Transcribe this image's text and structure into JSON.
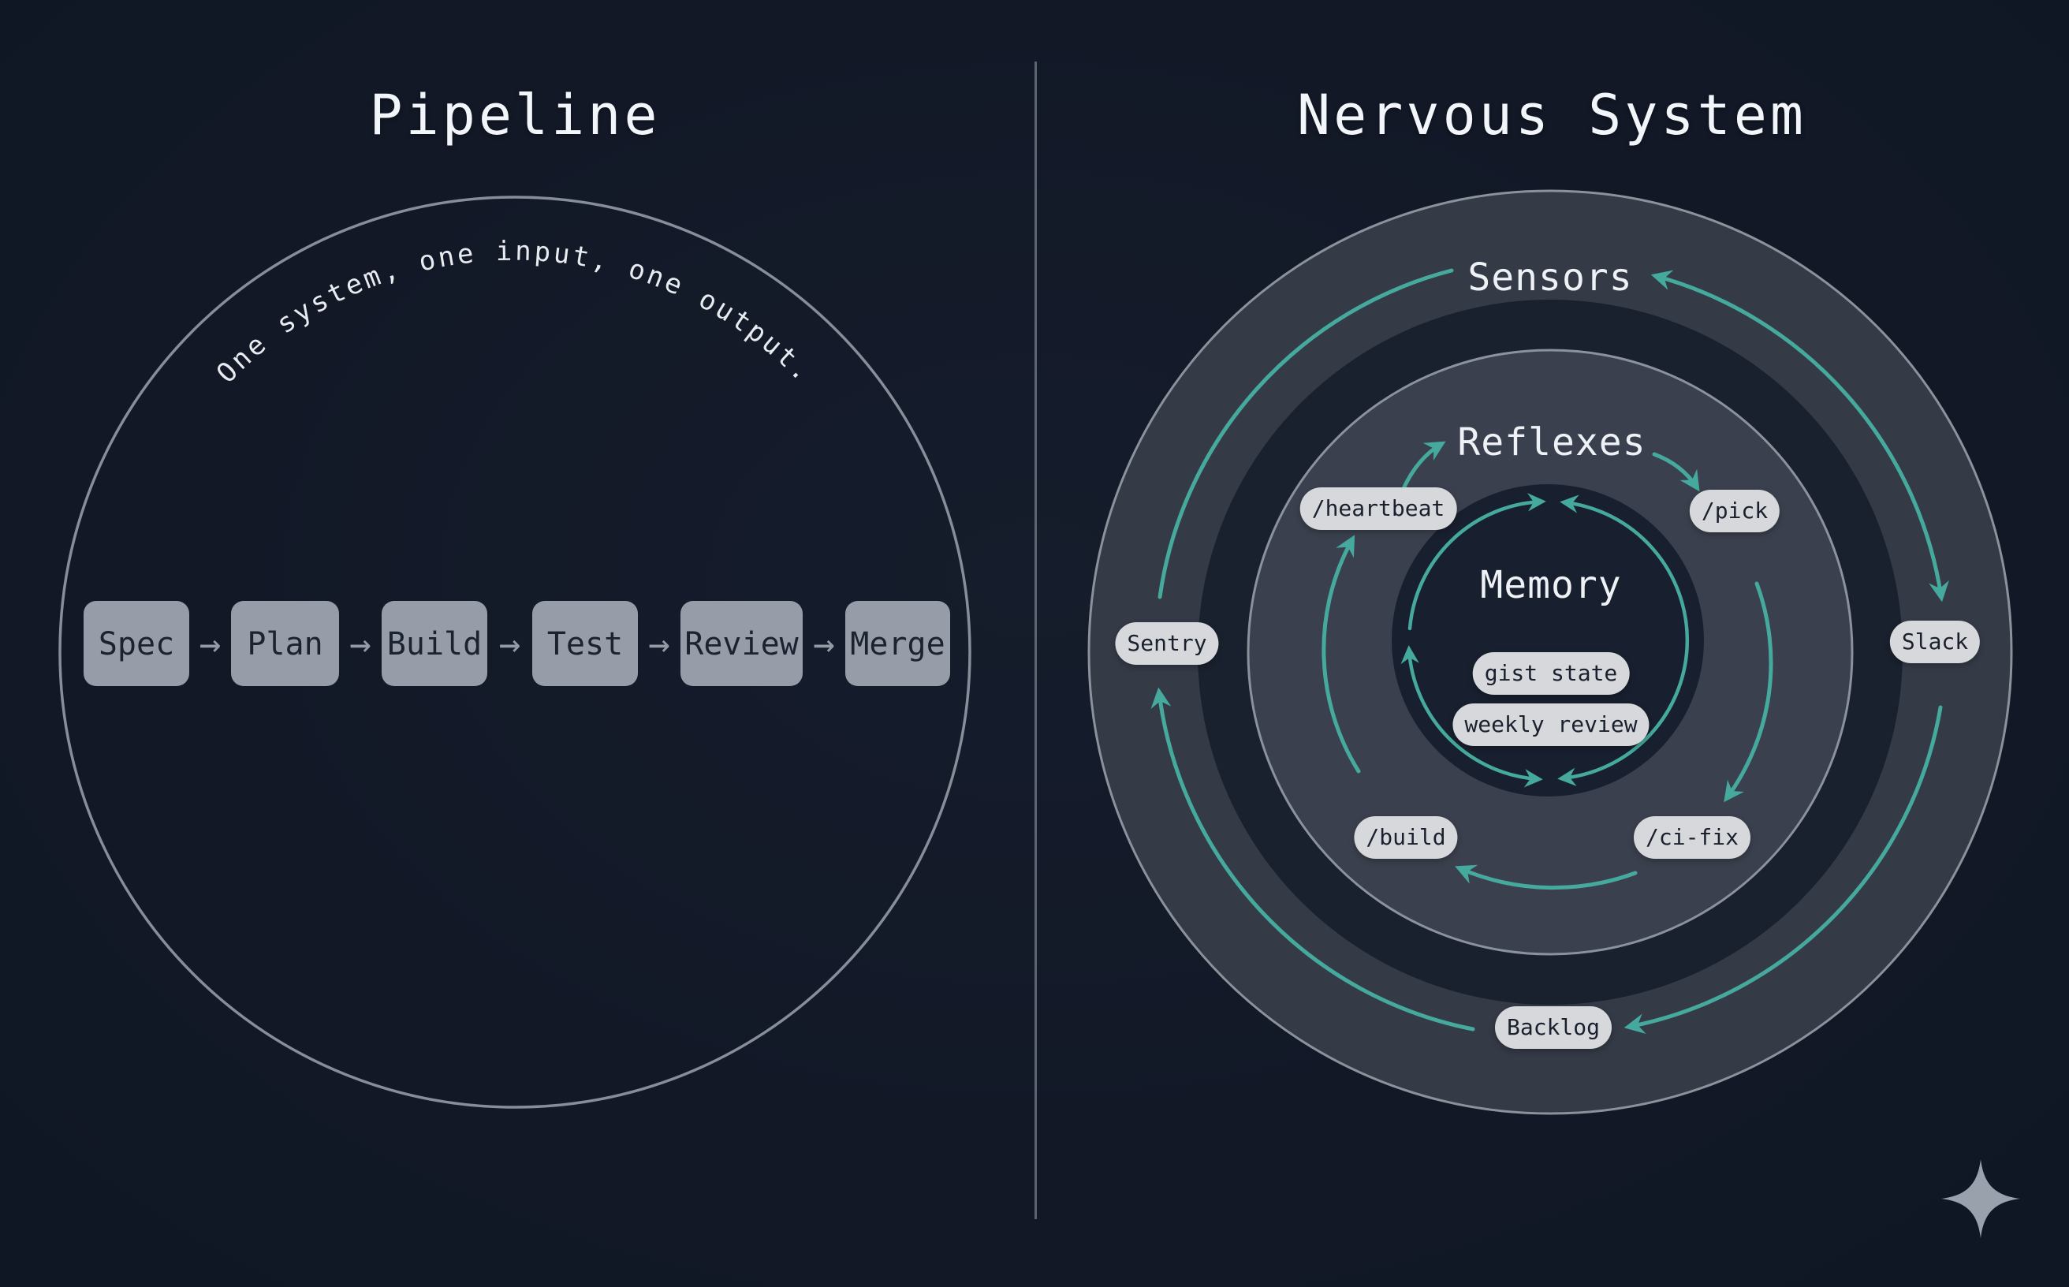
{
  "left": {
    "title": "Pipeline",
    "curved_text": "One system, one input, one output.",
    "stages": [
      "Spec",
      "Plan",
      "Build",
      "Test",
      "Review",
      "Merge"
    ],
    "arrow_glyph": "→"
  },
  "right": {
    "title": "Nervous System",
    "rings": {
      "outer_label": "Sensors",
      "middle_label": "Reflexes",
      "inner_label": "Memory"
    },
    "sensor_nodes": {
      "left": "Sentry",
      "right": "Slack",
      "bottom": "Backlog"
    },
    "reflex_nodes": {
      "top_left": "/heartbeat",
      "top_right": "/pick",
      "bottom_left": "/build",
      "bottom_right": "/ci-fix"
    },
    "memory_nodes": {
      "pill_1": "gist state",
      "pill_2": "weekly review"
    }
  },
  "icons": {
    "sparkle": "four-pointed-star"
  },
  "colors": {
    "background": "#121826",
    "outer_band": "#343a46",
    "reflex_band": "#3a404d",
    "gap_ring": "#1a212e",
    "memory_fill": "#181f2e",
    "ring_stroke": "#8c929c",
    "teal_accent": "#45a99d",
    "pill_background": "#d6d8dc",
    "pill_text": "#1a202d",
    "stage_box_background": "#979da8",
    "stage_box_text": "#1b2230",
    "heading_text": "#f2f5f9",
    "divider": "#6a7280",
    "sparkle": "#99a1ad"
  }
}
